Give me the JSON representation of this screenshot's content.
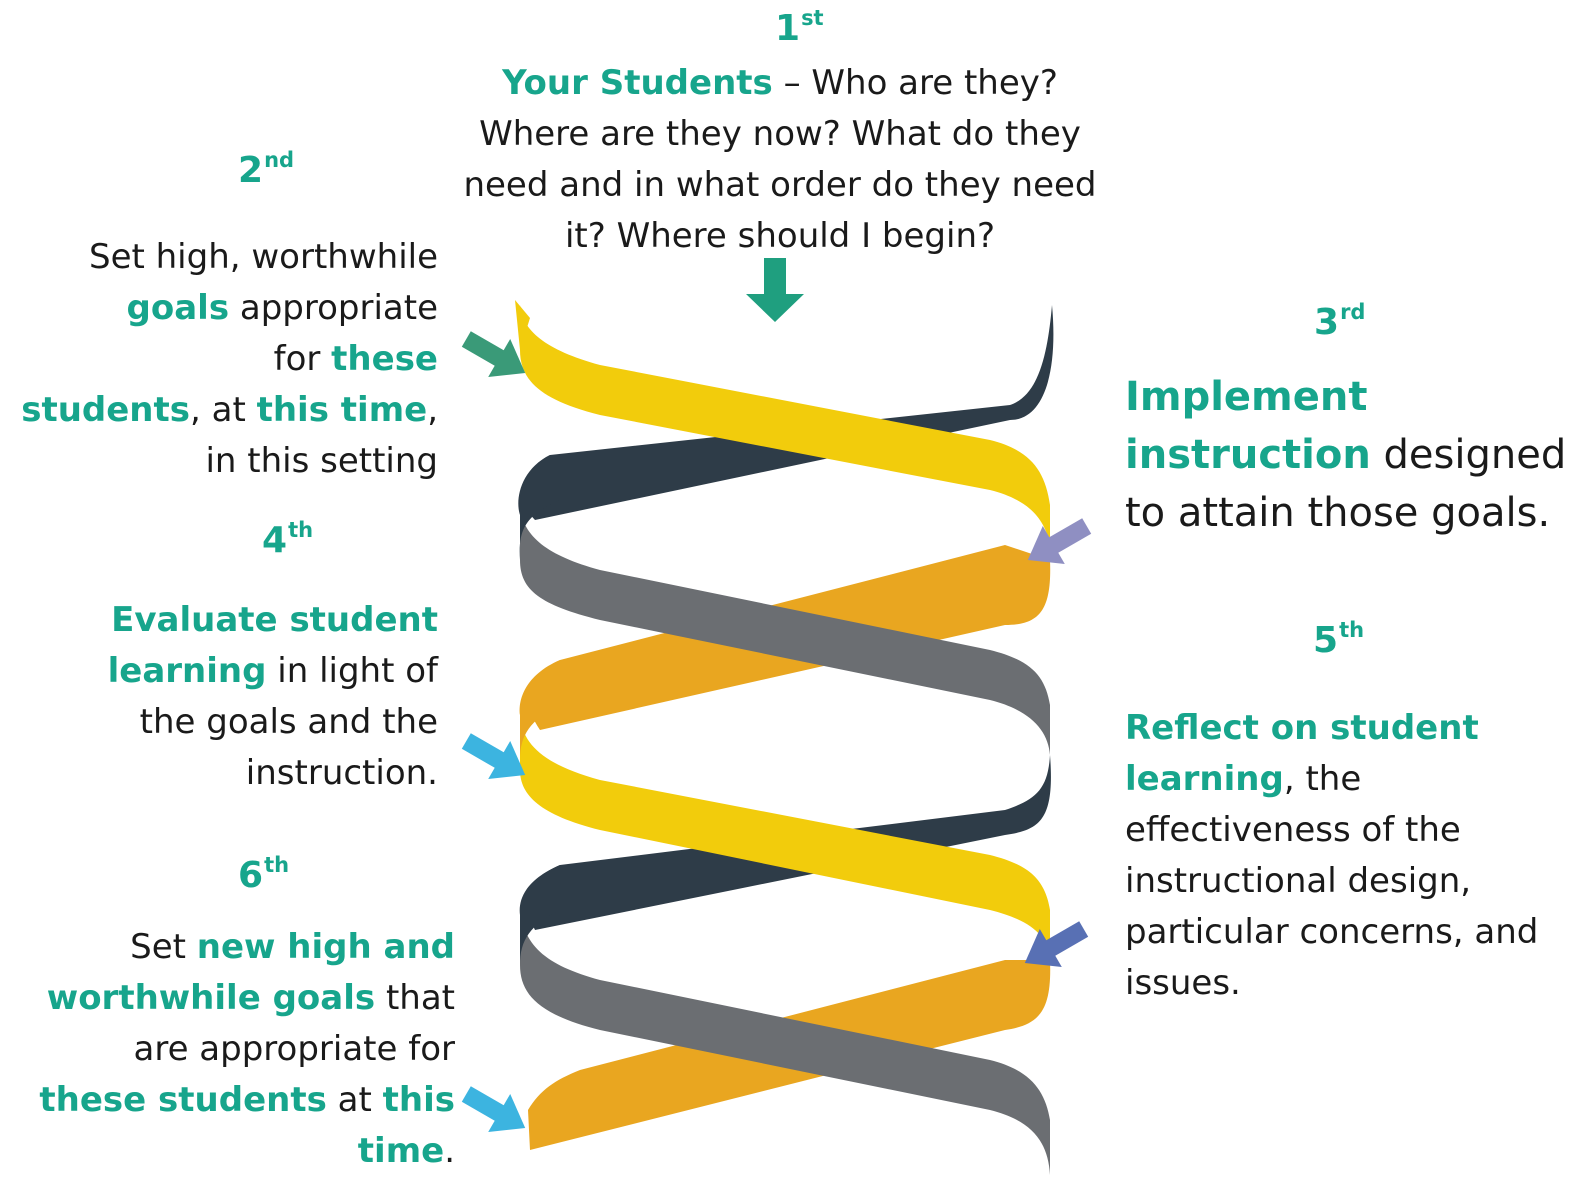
{
  "colors": {
    "accent": "#17a58c",
    "strand_yellow": "#f2cc0c",
    "strand_orange": "#e9a620",
    "strand_dark": "#2e3c48",
    "strand_gray": "#6b6e72",
    "arrow_teal": "#1f9f7f",
    "arrow_green": "#3a9a78",
    "arrow_lavender": "#8f8fc2",
    "arrow_cyan": "#3cb4e0",
    "arrow_blue": "#5870b4"
  },
  "steps": {
    "s1": {
      "num": "1",
      "suffix": "st",
      "lines": [
        [
          {
            "t": "Your Students",
            "h": true
          },
          {
            "t": " – Who are they?"
          }
        ],
        [
          {
            "t": "Where are they now? What do they"
          }
        ],
        [
          {
            "t": "need and in what order do they need"
          }
        ],
        [
          {
            "t": "it? Where should I begin?"
          }
        ]
      ]
    },
    "s2": {
      "num": "2",
      "suffix": "nd",
      "lines": [
        [
          {
            "t": "Set high, worthwhile"
          }
        ],
        [
          {
            "t": "goals",
            "h": true
          },
          {
            "t": " appropriate"
          }
        ],
        [
          {
            "t": "for "
          },
          {
            "t": "these",
            "h": true
          }
        ],
        [
          {
            "t": "students",
            "h": true
          },
          {
            "t": ", at "
          },
          {
            "t": "this time",
            "h": true
          },
          {
            "t": ","
          }
        ],
        [
          {
            "t": "in this setting"
          }
        ]
      ]
    },
    "s3": {
      "num": "3",
      "suffix": "rd",
      "lines": [
        [
          {
            "t": "Implement",
            "h": true
          }
        ],
        [
          {
            "t": "instruction",
            "h": true
          },
          {
            "t": " designed"
          }
        ],
        [
          {
            "t": "to attain those goals."
          }
        ]
      ]
    },
    "s4": {
      "num": "4",
      "suffix": "th",
      "lines": [
        [
          {
            "t": "Evaluate student",
            "h": true
          }
        ],
        [
          {
            "t": "learning",
            "h": true
          },
          {
            "t": " in light of"
          }
        ],
        [
          {
            "t": "the goals and the"
          }
        ],
        [
          {
            "t": "instruction."
          }
        ]
      ]
    },
    "s5": {
      "num": "5",
      "suffix": "th",
      "lines": [
        [
          {
            "t": "Reflect on student",
            "h": true
          }
        ],
        [
          {
            "t": "learning",
            "h": true
          },
          {
            "t": ", the"
          }
        ],
        [
          {
            "t": "effectiveness of the"
          }
        ],
        [
          {
            "t": "instructional design,"
          }
        ],
        [
          {
            "t": "particular concerns, and"
          }
        ],
        [
          {
            "t": "issues."
          }
        ]
      ]
    },
    "s6": {
      "num": "6",
      "suffix": "th",
      "lines": [
        [
          {
            "t": "Set "
          },
          {
            "t": "new high and",
            "h": true
          }
        ],
        [
          {
            "t": "worthwhile goals",
            "h": true
          },
          {
            "t": " that"
          }
        ],
        [
          {
            "t": "are appropriate for"
          }
        ],
        [
          {
            "t": "these students",
            "h": true
          },
          {
            "t": " at "
          },
          {
            "t": "this",
            "h": true
          }
        ],
        [
          {
            "t": "time",
            "h": true
          },
          {
            "t": "."
          }
        ]
      ]
    }
  }
}
